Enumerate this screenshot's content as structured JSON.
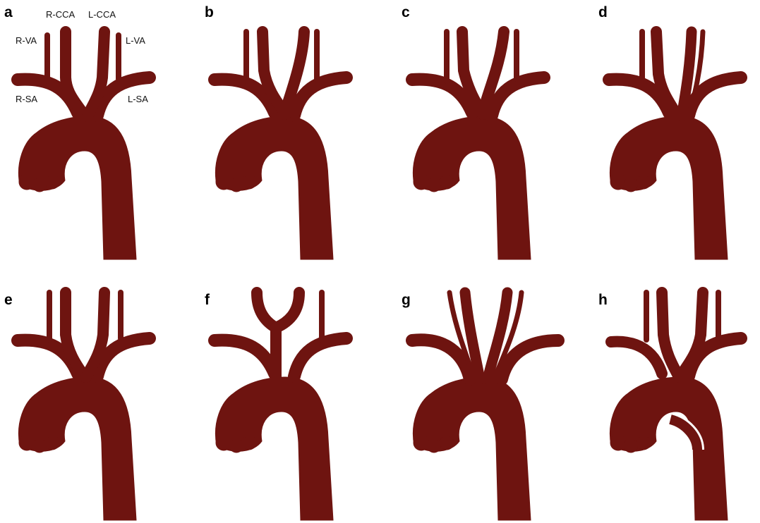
{
  "colors": {
    "vessel": "#6e1410",
    "background": "#ffffff",
    "text": "#111111"
  },
  "panels": [
    {
      "letter": "a",
      "variant": "normal-four-branch",
      "labels": [
        "R-CCA",
        "L-CCA",
        "R-VA",
        "L-VA",
        "R-SA",
        "L-SA"
      ]
    },
    {
      "letter": "b",
      "variant": "converging-carotids"
    },
    {
      "letter": "c",
      "variant": "common-carotid-trunk"
    },
    {
      "letter": "d",
      "variant": "left-vertebral-from-arch"
    },
    {
      "letter": "e",
      "variant": "vertebrals-from-arch"
    },
    {
      "letter": "f",
      "variant": "bicarotid-trunk-y"
    },
    {
      "letter": "g",
      "variant": "six-vessels-from-arch"
    },
    {
      "letter": "h",
      "variant": "aberrant-right-subclavian"
    }
  ]
}
